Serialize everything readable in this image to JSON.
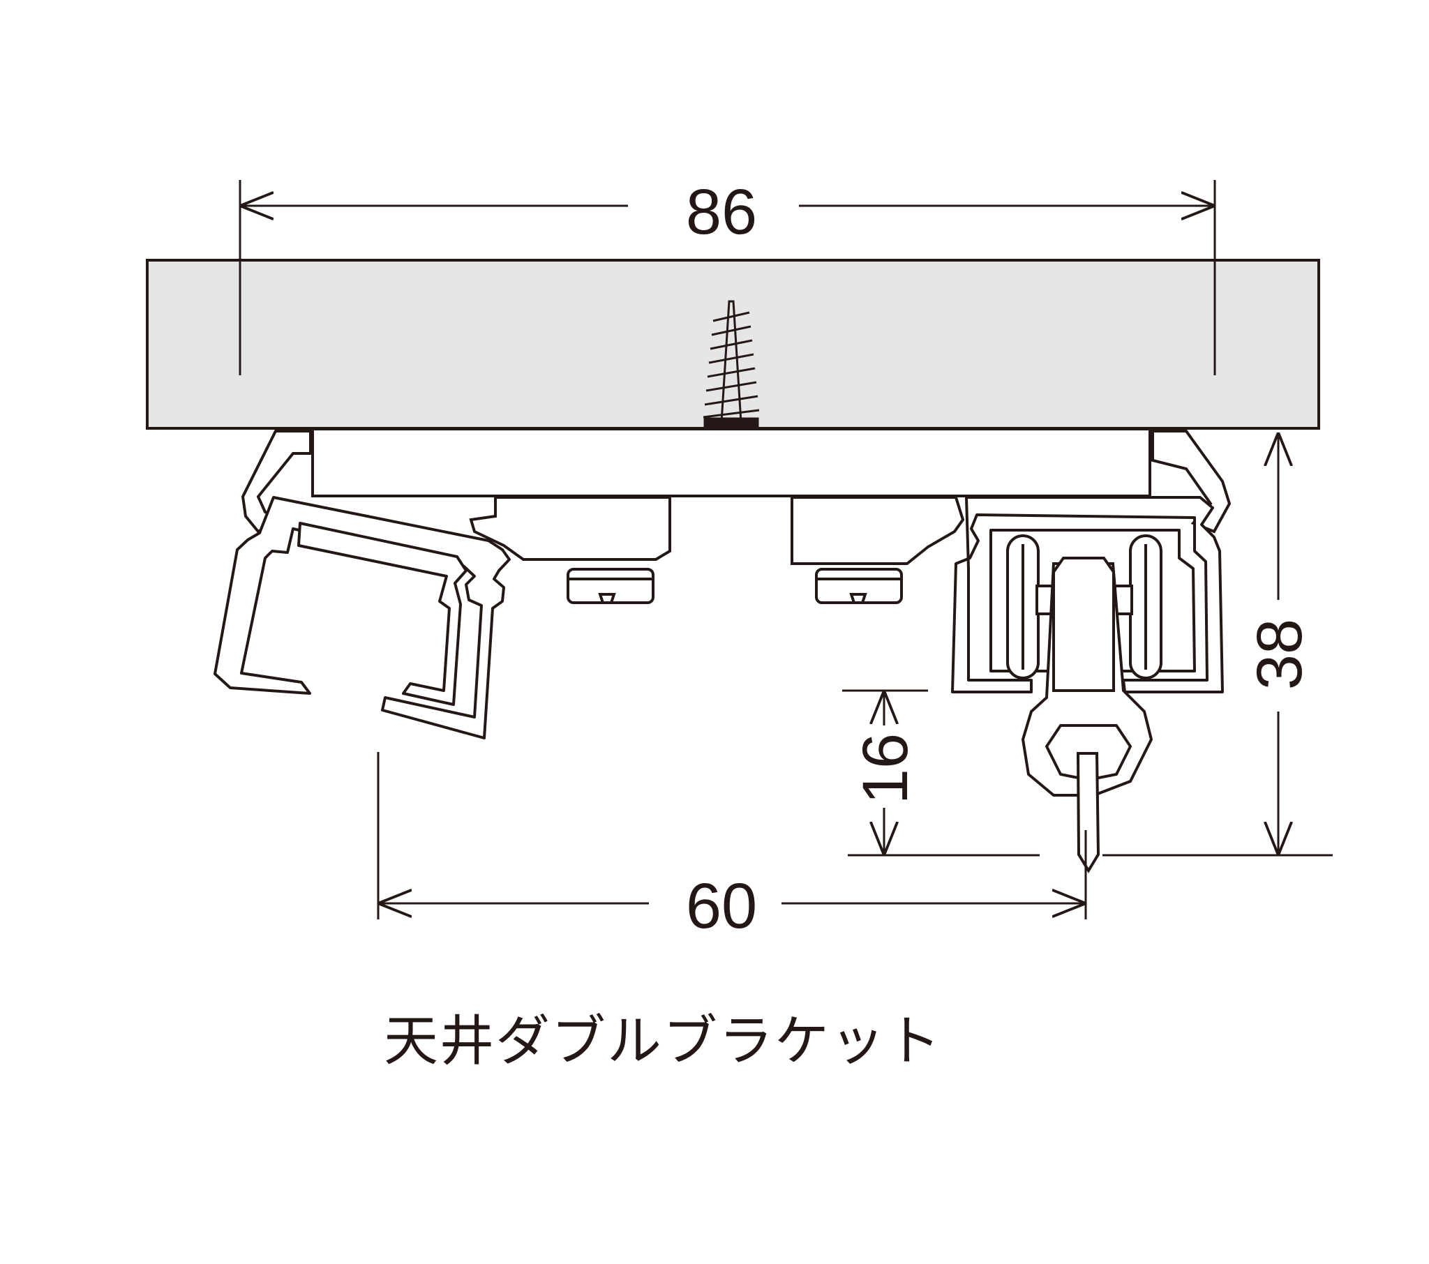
{
  "caption": "天井ダブルブラケット",
  "dimensions": {
    "overall_width": "86",
    "rail_spacing": "60",
    "runner_drop": "16",
    "total_height": "38"
  },
  "colors": {
    "line": "#231815",
    "ceiling_fill": "#e6e6e6",
    "background": "#ffffff"
  }
}
